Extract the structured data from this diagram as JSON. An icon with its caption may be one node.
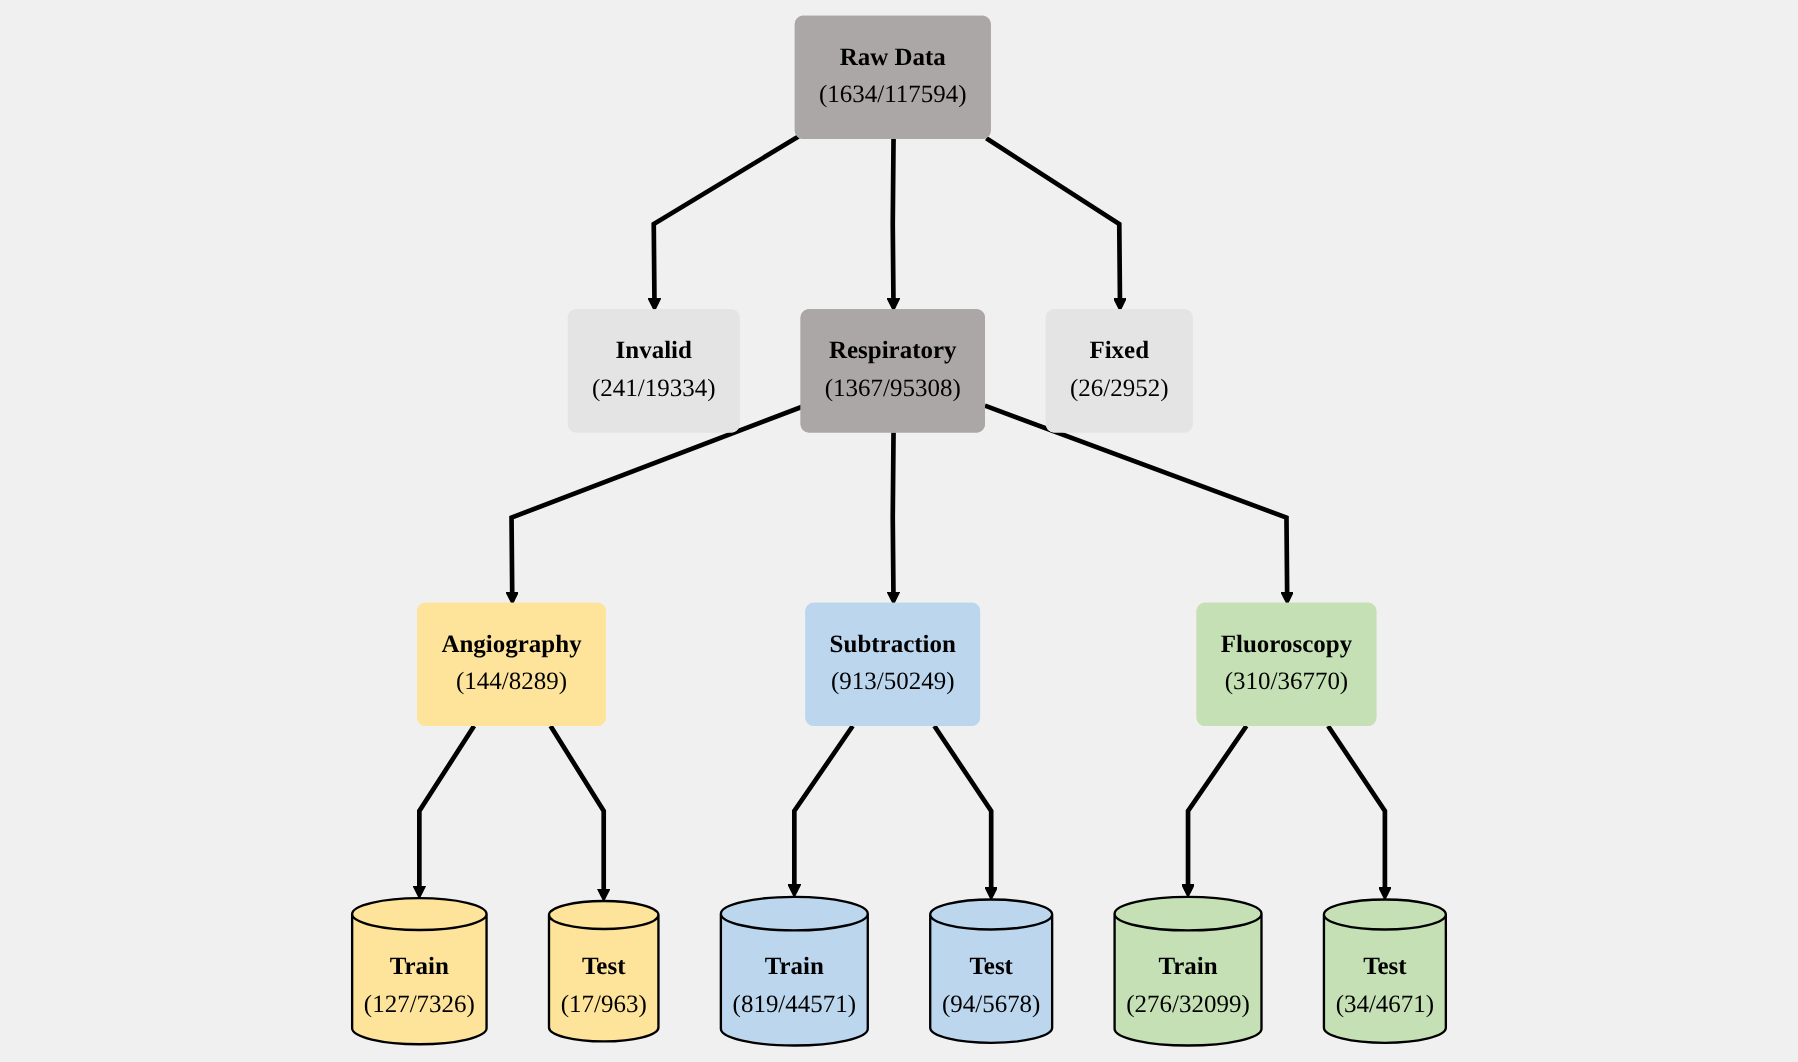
{
  "diagram": {
    "nodes": [
      {
        "text": [
          "Raw Data",
          "(1634/117594)"
        ]
      },
      {
        "text": [
          "Invalid",
          "(241/19334)"
        ]
      },
      {
        "text": [
          "Respiratory",
          "(1367/95308)"
        ]
      },
      {
        "text": [
          "Fixed",
          "(26/2952)"
        ]
      },
      {
        "text": [
          "Angiography",
          "(144/8289)"
        ]
      },
      {
        "text": [
          "Subtraction",
          "(913/50249)"
        ]
      },
      {
        "text": [
          "Fluoroscopy",
          "(310/36770)"
        ]
      },
      {
        "text": [
          "Train",
          "(127/7326)"
        ]
      },
      {
        "text": [
          "Test",
          "(17/963)"
        ]
      },
      {
        "text": [
          "Train",
          "(819/44571)"
        ]
      },
      {
        "text": [
          "Test",
          "(94/5678)"
        ]
      },
      {
        "text": [
          "Train",
          "(276/32099)"
        ]
      },
      {
        "text": [
          "Test",
          "(34/4671)"
        ]
      }
    ],
    "edges": [
      {
        "from": 0,
        "to": 1,
        "arrow": "to"
      },
      {
        "from": 0,
        "to": 2,
        "arrow": "to"
      },
      {
        "from": 0,
        "to": 3,
        "arrow": "to"
      },
      {
        "from": 2,
        "to": 4,
        "arrow": "to"
      },
      {
        "from": 2,
        "to": 5,
        "arrow": "to"
      },
      {
        "from": 2,
        "to": 6,
        "arrow": "to"
      },
      {
        "from": 4,
        "to": 7,
        "arrow": "to"
      },
      {
        "from": 4,
        "to": 8,
        "arrow": "to"
      },
      {
        "from": 5,
        "to": 9,
        "arrow": "to"
      },
      {
        "from": 5,
        "to": 10,
        "arrow": "to"
      },
      {
        "from": 6,
        "to": 11,
        "arrow": "to"
      },
      {
        "from": 6,
        "to": 12,
        "arrow": "to"
      }
    ]
  }
}
